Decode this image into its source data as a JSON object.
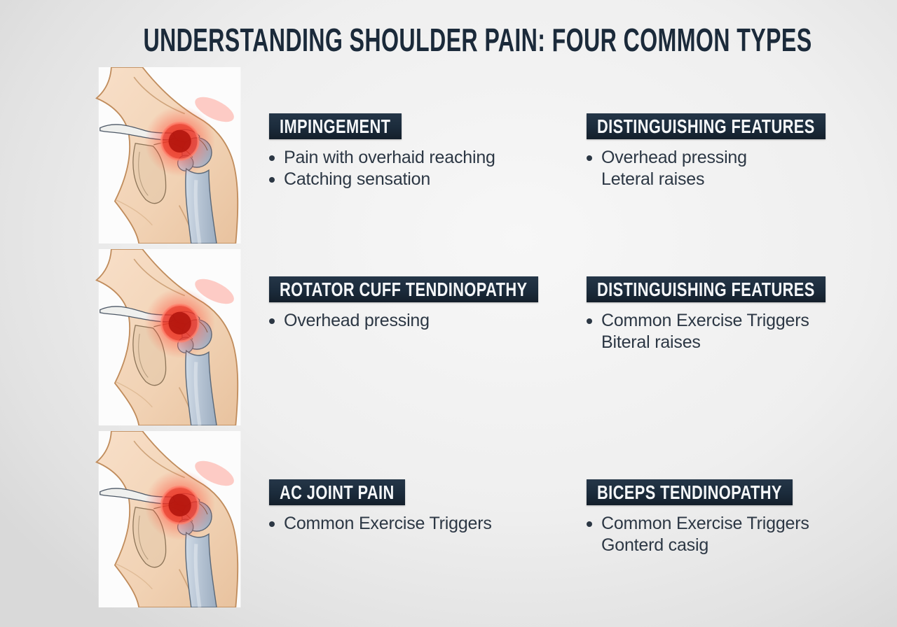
{
  "title": "UNDERSTANDING SHOULDER PAIN: FOUR COMMON TYPES",
  "colors": {
    "accent_navy": "#1b2b3b",
    "title_text": "#1b2a3a",
    "body_text": "#2c3744",
    "pain_red": "#e02a1e",
    "bone_blue": "#b6c3d2",
    "skin_tone": "#f1d3b6",
    "background": "#ececec"
  },
  "rows": [
    {
      "illustration": "shoulder-anatomy-pain-illustration",
      "left": {
        "header": "IMPINGEMENT",
        "items": [
          {
            "text": "Pain with overhaid reaching",
            "bullet": true
          },
          {
            "text": "Catching sensation",
            "bullet": true
          }
        ]
      },
      "right": {
        "header": "DISTINGUISHING FEATURES",
        "items": [
          {
            "text": "Overhead pressing",
            "bullet": true
          },
          {
            "text": "Leteral raises",
            "bullet": false
          }
        ]
      }
    },
    {
      "illustration": "shoulder-anatomy-pain-illustration",
      "left": {
        "header": "ROTATOR CUFF TENDINOPATHY",
        "items": [
          {
            "text": "Overhead pressing",
            "bullet": true
          }
        ]
      },
      "right": {
        "header": "DISTINGUISHING FEATURES",
        "items": [
          {
            "text": "Common Exercise Triggers",
            "bullet": true
          },
          {
            "text": "Biteral raises",
            "bullet": false
          }
        ]
      }
    },
    {
      "illustration": "shoulder-anatomy-pain-illustration",
      "left": {
        "header": "AC JOINT PAIN",
        "items": [
          {
            "text": "Common Exercise Triggers",
            "bullet": true
          }
        ]
      },
      "right": {
        "header": "BICEPS TENDINOPATHY",
        "items": [
          {
            "text": "Common Exercise Triggers",
            "bullet": true
          },
          {
            "text": "Gonterd casig",
            "bullet": false
          }
        ]
      }
    }
  ]
}
